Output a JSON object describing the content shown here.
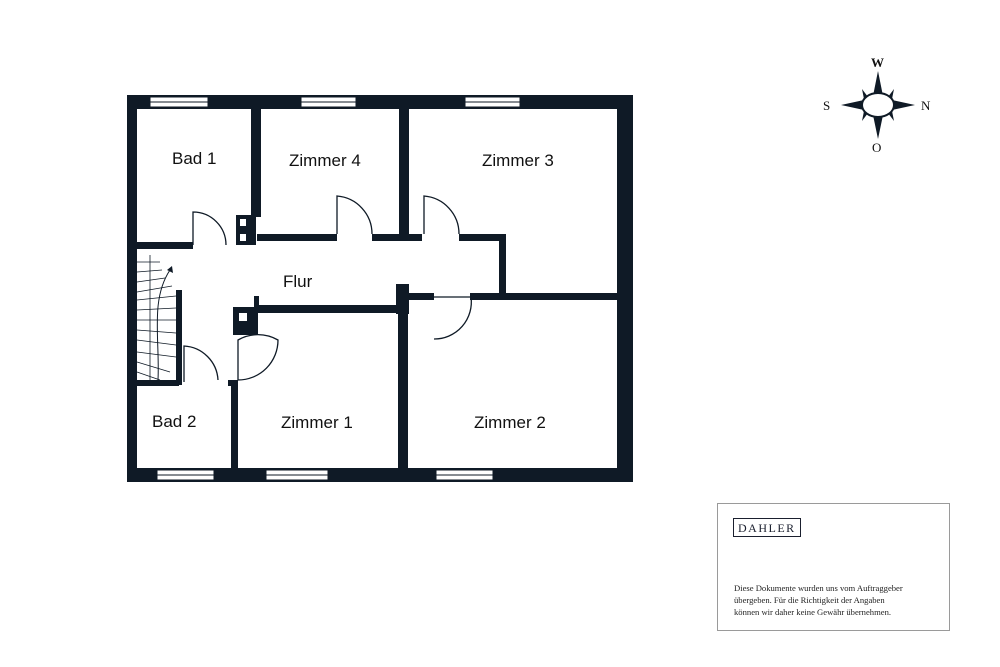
{
  "floorplan": {
    "wall_color": "#0f1a26",
    "rooms": {
      "bad1": "Bad 1",
      "zimmer4": "Zimmer 4",
      "zimmer3": "Zimmer 3",
      "flur": "Flur",
      "bad2": "Bad 2",
      "zimmer1": "Zimmer 1",
      "zimmer2": "Zimmer 2"
    }
  },
  "compass": {
    "top": "W",
    "left": "S",
    "right": "N",
    "bottom": "O"
  },
  "disclaimer": {
    "logo": "DAHLER",
    "line1": "Diese Dokumente wurden uns vom Auftraggeber",
    "line2": "übergeben. Für die Richtigkeit der Angaben",
    "line3": "können wir daher keine Gewähr übernehmen."
  }
}
